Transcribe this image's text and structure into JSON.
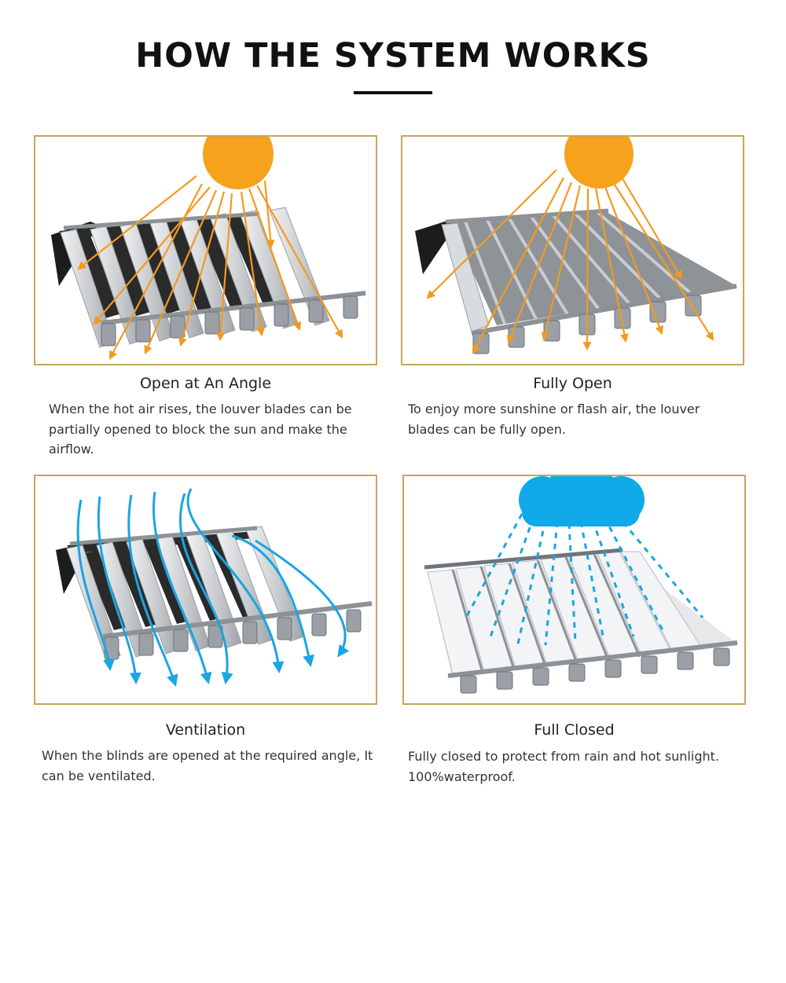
{
  "header": {
    "title": "HOW THE SYSTEM WORKS"
  },
  "colors": {
    "panel_border": "#c7a55b",
    "sun": "#f6a21d",
    "rain": "#1aa5e3",
    "frame": "#8d9296",
    "dark_beam": "#1b1b1b"
  },
  "panels": [
    {
      "title": "Open at An Angle",
      "description": " When the hot air rises, the louver blades can be partially opened to block the sun and make the airflow.",
      "icon": "sun-icon"
    },
    {
      "title": "Fully Open",
      "description": "To enjoy more sunshine or flash air, the louver blades can be fully open.",
      "icon": "sun-icon"
    },
    {
      "title": "Ventilation",
      "description": "When the blinds are opened at the required angle, It can be ventilated.",
      "icon": "airflow-icon"
    },
    {
      "title": "Full Closed",
      "description": "Fully closed to protect from rain and hot sunlight. 100%waterproof.",
      "icon": "rain-cloud-icon"
    }
  ]
}
